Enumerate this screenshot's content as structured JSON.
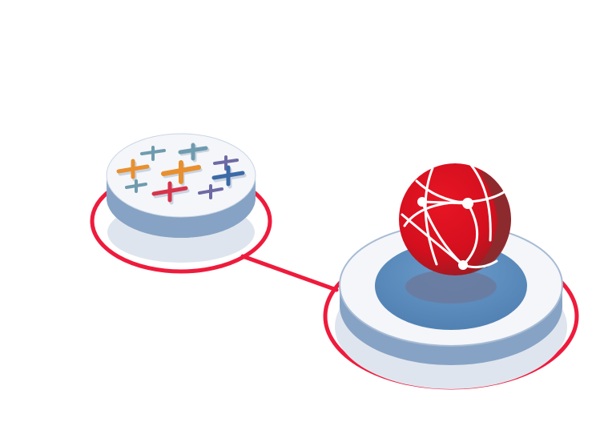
{
  "diagram": {
    "type": "integration-illustration",
    "nodes": [
      {
        "id": "tableau-disc",
        "icon": "tableau-logo-icon"
      },
      {
        "id": "globe-pedestal",
        "icon": "globe-network-icon"
      }
    ],
    "edges": [
      {
        "from": "tableau-disc",
        "to": "globe-pedestal"
      }
    ],
    "colors": {
      "accent_red": "#ee1b3c",
      "globe_red": "#e10c1c",
      "globe_shadow": "#8d2a2e",
      "disc_side": "#8fa9c9",
      "disc_top": "#f4f6fa",
      "pedestal_well": "#5e8fc0",
      "tableau_orange": "#e8902f",
      "tableau_teal": "#6f9bae",
      "tableau_blue": "#3b6aa6",
      "tableau_red": "#d6344a",
      "tableau_purple": "#6e6aa3"
    }
  }
}
